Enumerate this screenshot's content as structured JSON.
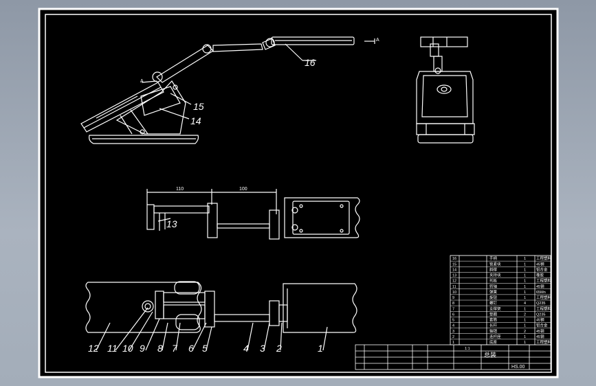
{
  "drawing": {
    "part_numbers": [
      "1",
      "2",
      "3",
      "4",
      "5",
      "6",
      "7",
      "8",
      "9",
      "10",
      "11",
      "12",
      "13",
      "14",
      "15",
      "16"
    ],
    "dimensions": {
      "left": "110",
      "right": "100"
    },
    "section_mark": "A",
    "title_block": {
      "scale": "1:1",
      "name": "总装",
      "drawing_no": "HS.00"
    },
    "parts_list": {
      "rows": [
        {
          "no": "1",
          "name": "底座",
          "qty": "1",
          "material": "工程塑料"
        },
        {
          "no": "2",
          "name": "连杆座",
          "qty": "1",
          "material": "45钢"
        },
        {
          "no": "3",
          "name": "轴销",
          "qty": "2",
          "material": "45钢"
        },
        {
          "no": "4",
          "name": "长杆",
          "qty": "1",
          "material": "铝合金"
        },
        {
          "no": "5",
          "name": "套筒",
          "qty": "1",
          "material": "45钢"
        },
        {
          "no": "6",
          "name": "垫圈",
          "qty": "2",
          "material": "Q235"
        },
        {
          "no": "7",
          "name": "支撑架",
          "qty": "1",
          "material": "工程塑料"
        },
        {
          "no": "8",
          "name": "螺钉",
          "qty": "4",
          "material": "Q235"
        },
        {
          "no": "9",
          "name": "旋钮",
          "qty": "1",
          "material": "工程塑料"
        },
        {
          "no": "10",
          "name": "弹簧",
          "qty": "1",
          "material": "65Mn"
        },
        {
          "no": "11",
          "name": "转轴",
          "qty": "1",
          "material": "45钢"
        },
        {
          "no": "12",
          "name": "托板",
          "qty": "1",
          "material": "工程塑料"
        },
        {
          "no": "13",
          "name": "夹持块",
          "qty": "1",
          "material": "橡胶"
        },
        {
          "no": "14",
          "name": "斜撑",
          "qty": "1",
          "material": "铝合金"
        },
        {
          "no": "15",
          "name": "锁紧块",
          "qty": "1",
          "material": "45钢"
        },
        {
          "no": "16",
          "name": "手柄",
          "qty": "1",
          "material": "工程塑料"
        }
      ]
    }
  }
}
